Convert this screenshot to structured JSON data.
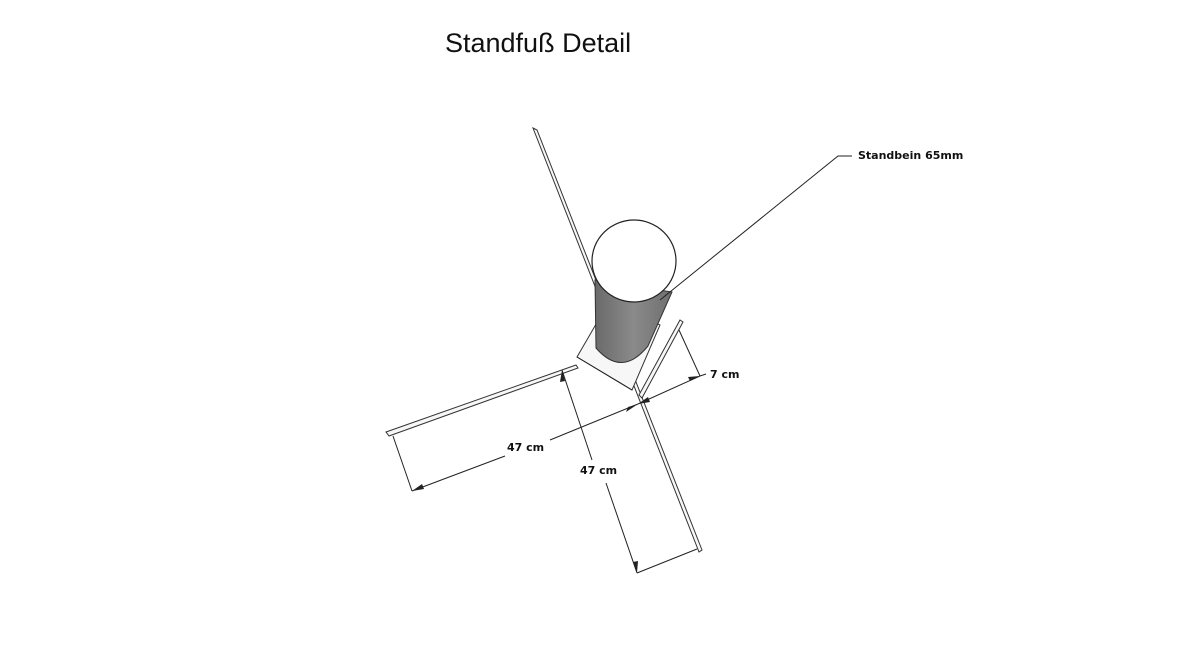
{
  "title": "Standfuß Detail",
  "labels": {
    "leg": "Standbein 65mm",
    "offset": "7 cm",
    "foot_left": "47 cm",
    "foot_front": "47 cm"
  },
  "colors": {
    "line": "#222222",
    "cylinder_fill": "#7a7a7a",
    "cylinder_top": "#ffffff",
    "background": "#ffffff"
  }
}
